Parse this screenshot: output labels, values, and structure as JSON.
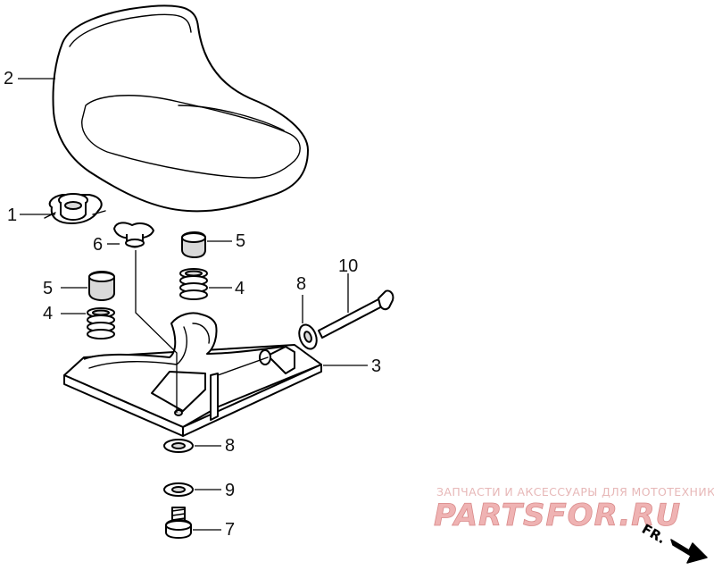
{
  "callouts": {
    "seat": "2",
    "nut": "1",
    "knob": "6",
    "rubber_right": "5",
    "spring_right": "4",
    "rubber_left": "5",
    "spring_left": "4",
    "washer_top": "8",
    "bolt": "10",
    "base": "3",
    "washer_bottom": "8",
    "washer_9": "9",
    "bolt_7": "7"
  },
  "watermark": {
    "caption": "ЗАПЧАСТИ И АКСЕССУАРЫ ДЛЯ МОТОТЕХНИКИ",
    "brand": "PARTSFOR.RU"
  },
  "direction": {
    "label": "FR."
  },
  "colors": {
    "line": "#000000",
    "watermark": "#efb3b3"
  }
}
